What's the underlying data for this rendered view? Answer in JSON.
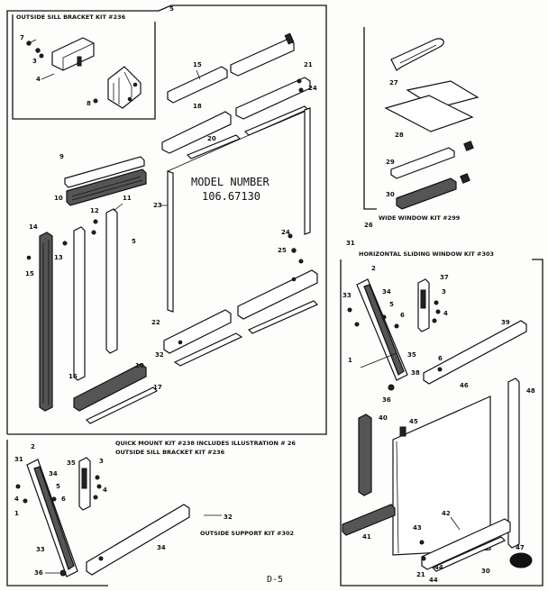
{
  "captions": {
    "outside_sill_kit": "OUTSIDE SILL BRACKET KIT #236",
    "wide_window_kit": "WIDE WINDOW KIT #299",
    "horizontal_kit": "HORIZONTAL SLIDING WINDOW KIT #303",
    "quick_mount_1": "QUICK MOUNT KIT #238 INCLUDES ILLUSTRATION # 26",
    "quick_mount_2": "OUTSIDE SILL BRACKET KIT #236",
    "outside_support_kit": "OUTSIDE SUPPORT KIT #302"
  },
  "model_number": {
    "heading": "MODEL NUMBER",
    "value": "106.67130"
  },
  "page_number": "D-5",
  "callouts": {
    "c1": "1",
    "c2": "2",
    "c3": "3",
    "c4": "4",
    "c5": "5",
    "c6": "6",
    "c7": "7",
    "c8": "8",
    "c9": "9",
    "c10": "10",
    "c11": "11",
    "c12": "12",
    "c13": "13",
    "c14": "14",
    "c15": "15",
    "c16": "16",
    "c17": "17",
    "c18": "18",
    "c19": "19",
    "c20": "20",
    "c21": "21",
    "c22": "22",
    "c23": "23",
    "c24": "24",
    "c25": "25",
    "c26": "26",
    "c27": "27",
    "c28": "28",
    "c29": "29",
    "c30": "30",
    "c31": "31",
    "c32": "32",
    "c33": "33",
    "c34": "34",
    "c35": "35",
    "c36": "36",
    "c37": "37",
    "c38": "38",
    "c39": "39",
    "c40": "40",
    "c41": "41",
    "c42": "42",
    "c43": "43",
    "c44": "44",
    "c45": "45",
    "c46": "46",
    "c47": "47",
    "c48": "48"
  }
}
